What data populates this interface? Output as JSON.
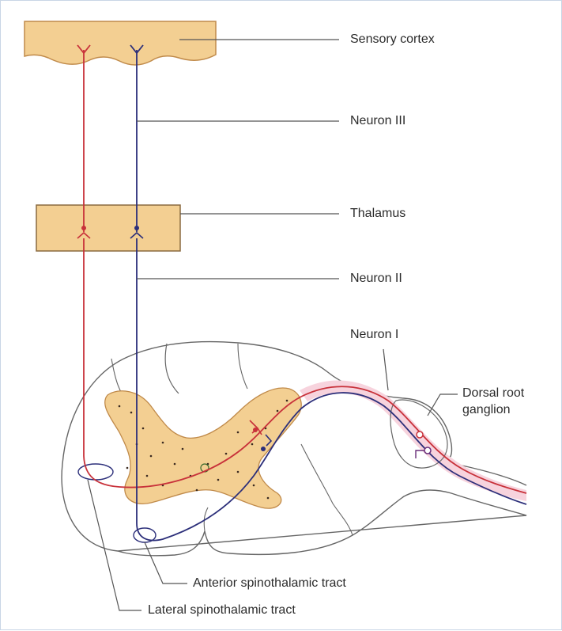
{
  "labels": {
    "sensory_cortex": "Sensory cortex",
    "neuron_3": "Neuron III",
    "thalamus": "Thalamus",
    "neuron_2": "Neuron II",
    "neuron_1": "Neuron I",
    "dorsal_root_ganglion_line1": "Dorsal root",
    "dorsal_root_ganglion_line2": "ganglion",
    "anterior_tract": "Anterior spinothalamic tract",
    "lateral_tract": "Lateral spinothalamic tract"
  },
  "colors": {
    "tissue_fill": "#f3cf92",
    "tissue_stroke": "#c08a4a",
    "lateral_pathway": "#c8313a",
    "anterior_pathway": "#2c2f7a",
    "root_fill": "#f7d3dd",
    "leader_line": "#555555",
    "outline": "#555555"
  }
}
